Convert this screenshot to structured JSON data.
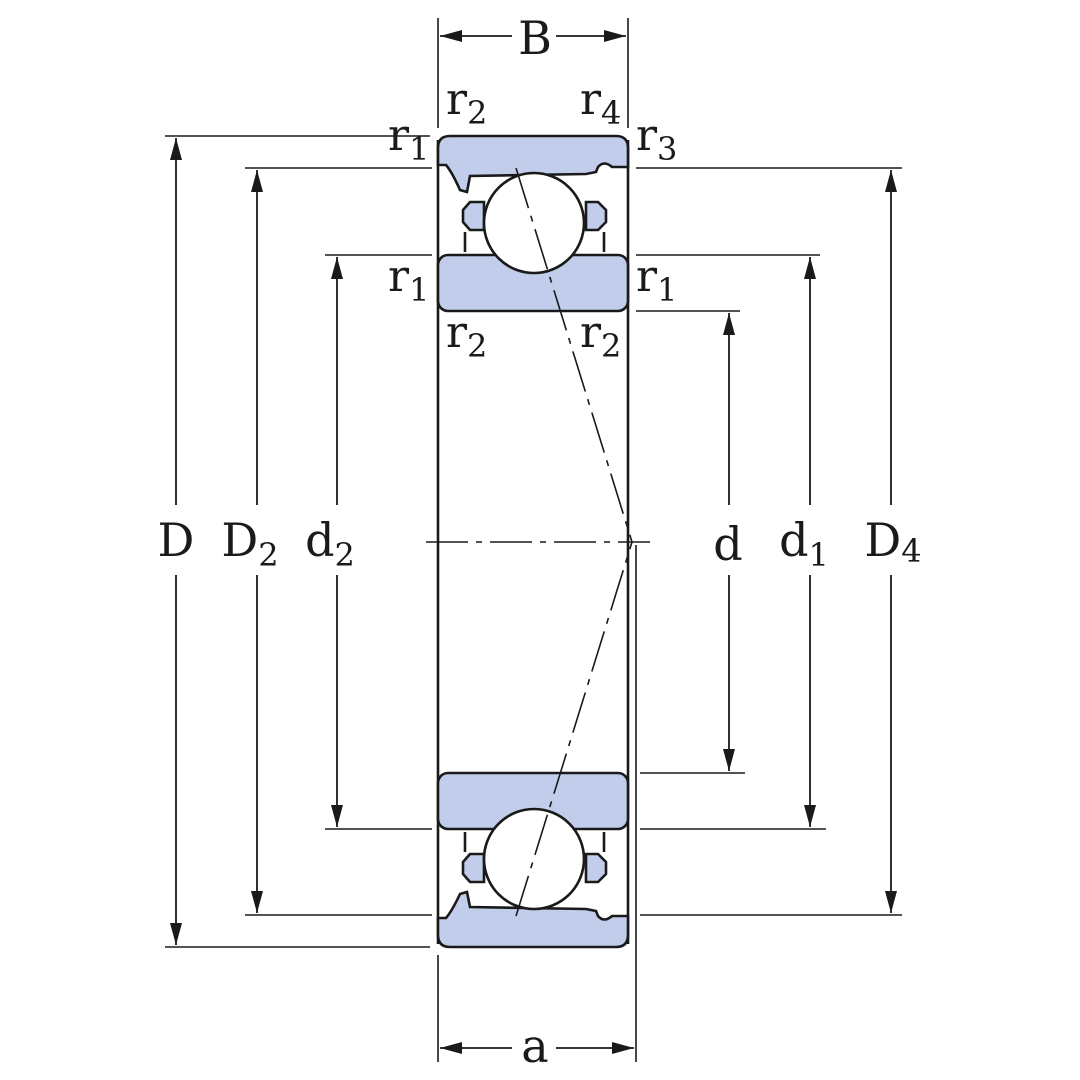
{
  "colors": {
    "ring_fill": "#c1cdeb",
    "line": "#1a1a1a",
    "background": "#ffffff"
  },
  "labels": {
    "B": "B",
    "a": "a",
    "D": "D",
    "D2": {
      "main": "D",
      "sub": "2"
    },
    "d2": {
      "main": "d",
      "sub": "2"
    },
    "d": "d",
    "d1": {
      "main": "d",
      "sub": "1"
    },
    "D4": {
      "main": "D",
      "sub": "4"
    },
    "r_top_left_outer": {
      "main": "r",
      "sub": "2"
    },
    "r_top_right_outer": {
      "main": "r",
      "sub": "4"
    },
    "r_outer_left": {
      "main": "r",
      "sub": "1"
    },
    "r_outer_right": {
      "main": "r",
      "sub": "3"
    },
    "r_inner_left": {
      "main": "r",
      "sub": "1"
    },
    "r_inner_right": {
      "main": "r",
      "sub": "1"
    },
    "r_inner_bottom_left": {
      "main": "r",
      "sub": "2"
    },
    "r_inner_bottom_right": {
      "main": "r",
      "sub": "2"
    }
  }
}
